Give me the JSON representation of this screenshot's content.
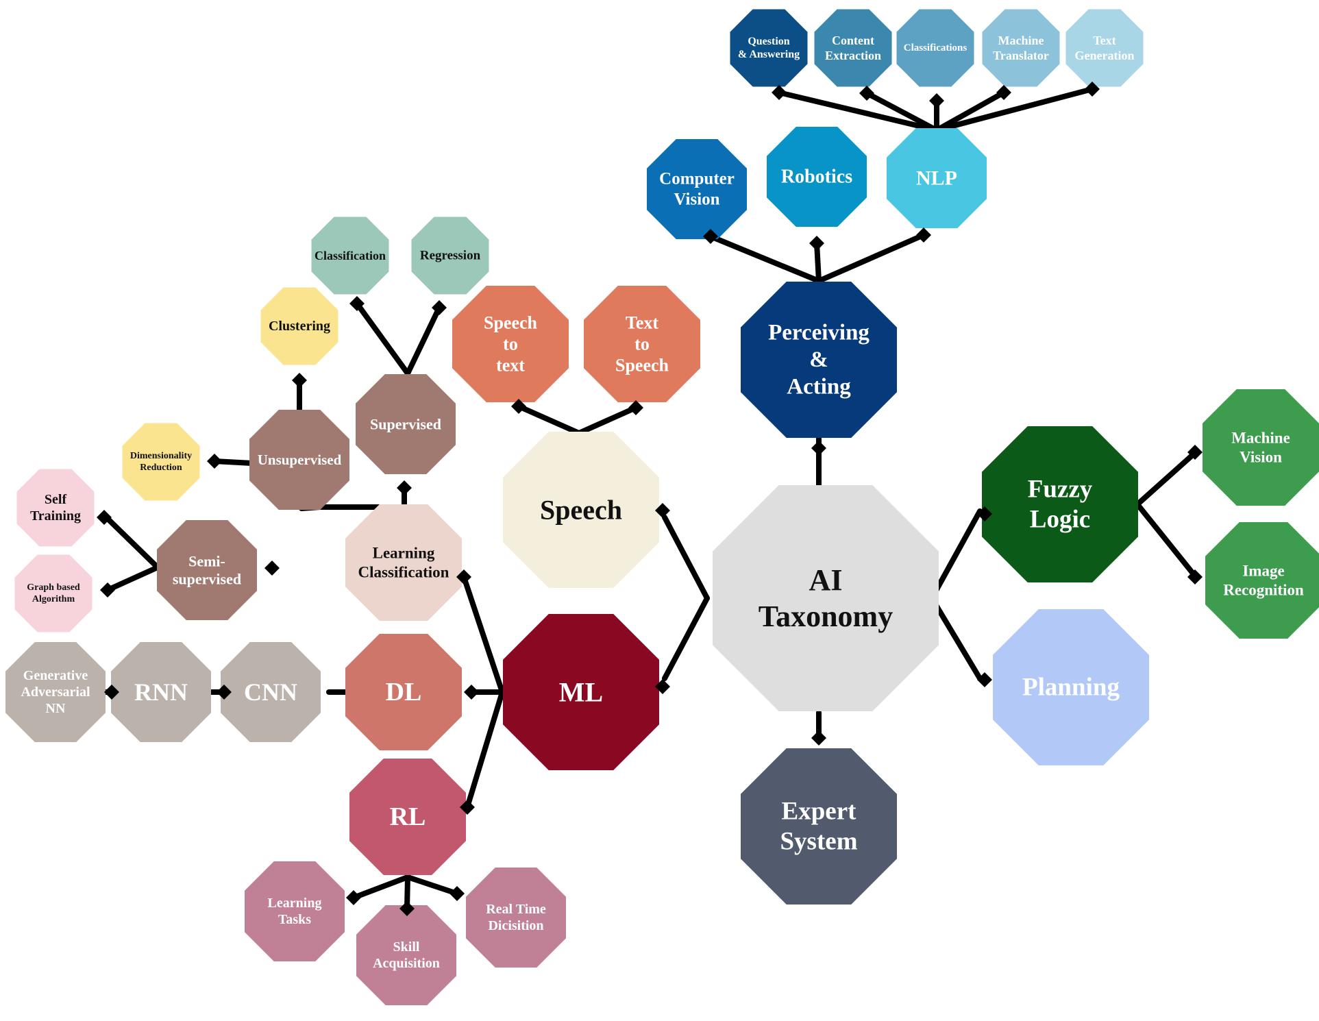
{
  "nodes": [
    {
      "id": "ai",
      "text": "AI\nTaxonomy",
      "color": "#dedede",
      "textColor": "#111111"
    },
    {
      "id": "perceiving",
      "text": "Perceiving\n&\nActing",
      "color": "#073a7a",
      "textColor": "#ffffff"
    },
    {
      "id": "cv",
      "text": "Computer\nVision",
      "color": "#0a6fb4",
      "textColor": "#ffffff"
    },
    {
      "id": "robotics",
      "text": "Robotics",
      "color": "#0994c8",
      "textColor": "#ffffff"
    },
    {
      "id": "nlp",
      "text": "NLP",
      "color": "#48c6e2",
      "textColor": "#ffffff"
    },
    {
      "id": "qa",
      "text": "Question\n& Answering",
      "color": "#0c4f86",
      "textColor": "#ffffff"
    },
    {
      "id": "content",
      "text": "Content\nExtraction",
      "color": "#3b87ad",
      "textColor": "#ffffff"
    },
    {
      "id": "classifications",
      "text": "Classifications",
      "color": "#5ea2c3",
      "textColor": "#ffffff"
    },
    {
      "id": "mt",
      "text": "Machine\nTranslator",
      "color": "#8cc2da",
      "textColor": "#ffffff"
    },
    {
      "id": "tg",
      "text": "Text\nGeneration",
      "color": "#a9d6e6",
      "textColor": "#ffffff"
    },
    {
      "id": "fuzzy",
      "text": "Fuzzy\nLogic",
      "color": "#0b5a17",
      "textColor": "#ffffff"
    },
    {
      "id": "mv",
      "text": "Machine\nVision",
      "color": "#3e9c4f",
      "textColor": "#ffffff"
    },
    {
      "id": "ir",
      "text": "Image\nRecognition",
      "color": "#3e9c4f",
      "textColor": "#ffffff"
    },
    {
      "id": "planning",
      "text": "Planning",
      "color": "#b2c9f8",
      "textColor": "#ffffff"
    },
    {
      "id": "expert",
      "text": "Expert\nSystem",
      "color": "#525a6e",
      "textColor": "#ffffff"
    },
    {
      "id": "speech",
      "text": "Speech",
      "color": "#f3efdc",
      "textColor": "#111111"
    },
    {
      "id": "stt",
      "text": "Speech\nto\ntext",
      "color": "#e07a5c",
      "textColor": "#ffffff"
    },
    {
      "id": "tts",
      "text": "Text\nto\nSpeech",
      "color": "#e07a5c",
      "textColor": "#ffffff"
    },
    {
      "id": "ml",
      "text": "ML",
      "color": "#8a0822",
      "textColor": "#ffffff"
    },
    {
      "id": "lc",
      "text": "Learning\nClassification",
      "color": "#ebd5cc",
      "textColor": "#111111"
    },
    {
      "id": "dl",
      "text": "DL",
      "color": "#ce766a",
      "textColor": "#ffffff"
    },
    {
      "id": "rl",
      "text": "RL",
      "color": "#c1586d",
      "textColor": "#ffffff"
    },
    {
      "id": "cnn",
      "text": "CNN",
      "color": "#bcb2ac",
      "textColor": "#ffffff"
    },
    {
      "id": "rnn",
      "text": "RNN",
      "color": "#bcb2ac",
      "textColor": "#ffffff"
    },
    {
      "id": "gan",
      "text": "Generative\nAdversarial\nNN",
      "color": "#bcb2ac",
      "textColor": "#ffffff"
    },
    {
      "id": "supervised",
      "text": "Supervised",
      "color": "#a07a70",
      "textColor": "#ffffff"
    },
    {
      "id": "unsupervised",
      "text": "Unsupervised",
      "color": "#a07a70",
      "textColor": "#ffffff"
    },
    {
      "id": "semi",
      "text": "Semi-\nsupervised",
      "color": "#a07a70",
      "textColor": "#ffffff"
    },
    {
      "id": "classification",
      "text": "Classification",
      "color": "#9bc8b9",
      "textColor": "#111111"
    },
    {
      "id": "regression",
      "text": "Regression",
      "color": "#9bc8b9",
      "textColor": "#111111"
    },
    {
      "id": "clustering",
      "text": "Clustering",
      "color": "#fbe48f",
      "textColor": "#111111"
    },
    {
      "id": "dimred",
      "text": "Dimensionality\nReduction",
      "color": "#fbe48f",
      "textColor": "#111111"
    },
    {
      "id": "selftrain",
      "text": "Self\nTraining",
      "color": "#f7d3dc",
      "textColor": "#111111"
    },
    {
      "id": "graph",
      "text": "Graph based\nAlgorithm",
      "color": "#f7d3dc",
      "textColor": "#111111"
    },
    {
      "id": "lt",
      "text": "Learning\nTasks",
      "color": "#c08196",
      "textColor": "#ffffff"
    },
    {
      "id": "sa",
      "text": "Skill\nAcquisition",
      "color": "#c08196",
      "textColor": "#ffffff"
    },
    {
      "id": "rtd",
      "text": "Real Time\nDicisition",
      "color": "#c08196",
      "textColor": "#ffffff"
    }
  ]
}
